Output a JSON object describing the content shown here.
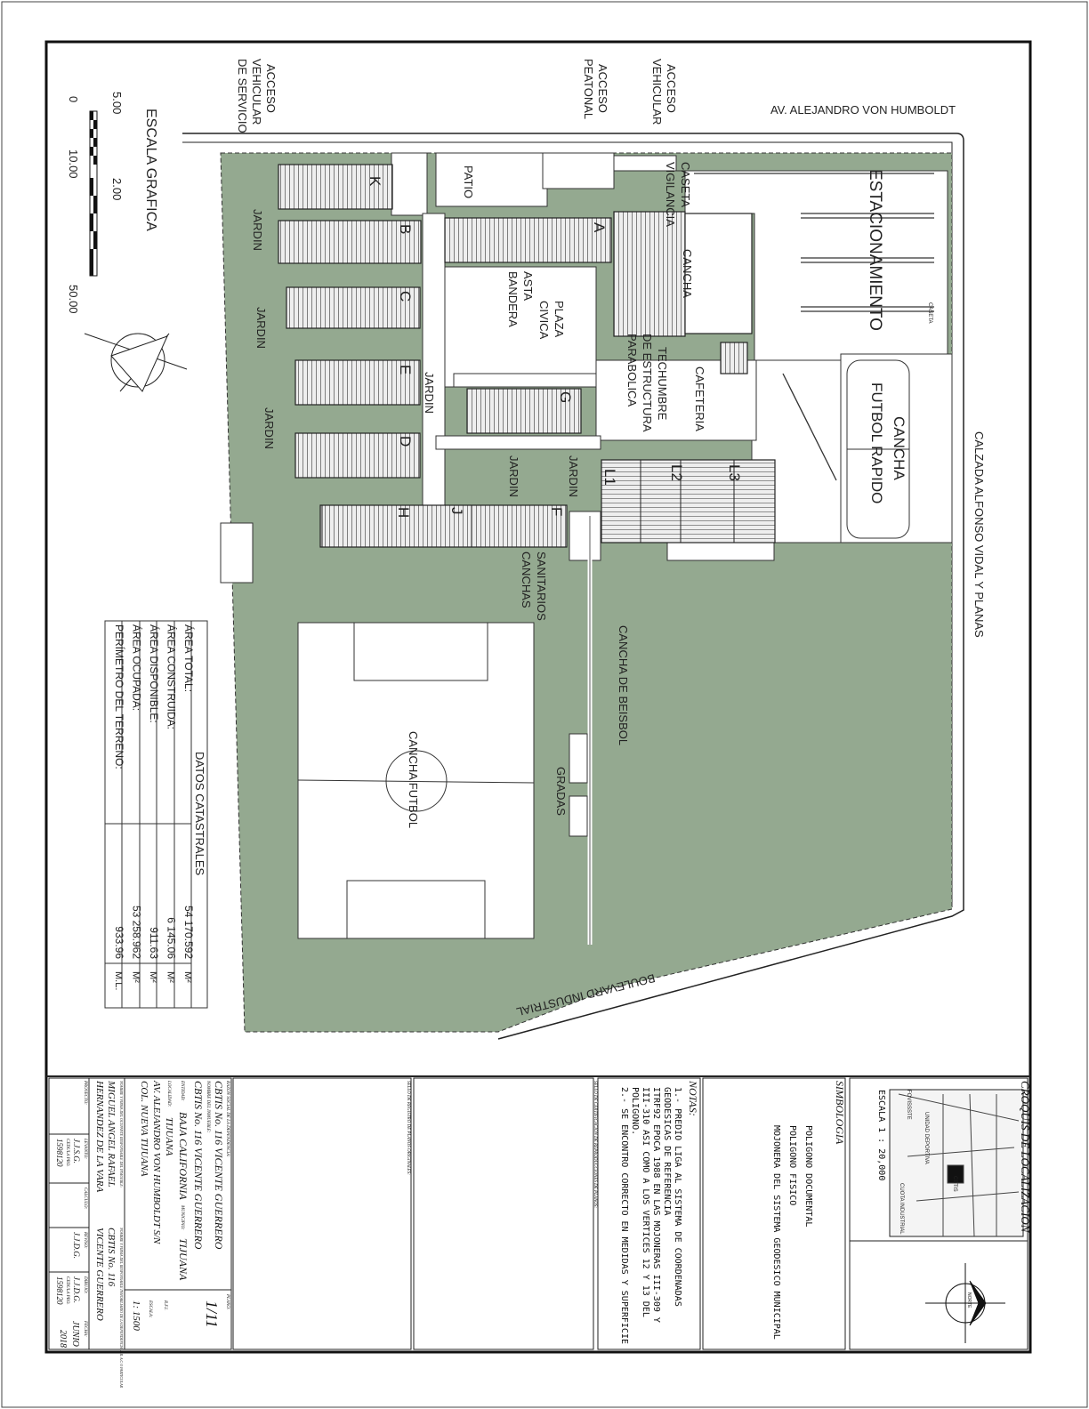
{
  "colors": {
    "site_green": "#94a990",
    "line": "#222222",
    "background": "#ffffff"
  },
  "streets": {
    "top": "AV. ALEJANDRO VON HUMBOLDT",
    "right": "CALZADA ALFONSO VIDAL Y PLANAS",
    "bottom": "BOULEVARD INDUSTRIAL"
  },
  "access": {
    "service": [
      "ACCESO",
      "VEHICULAR",
      "DE SERVICIO"
    ],
    "pedestrian": [
      "ACCESO",
      "PEATONAL"
    ],
    "vehicular": [
      "ACCESO",
      "VEHICULAR"
    ]
  },
  "scale_bar": {
    "title": "ESCALA GRAFICA",
    "ticks": [
      "0",
      "5.00",
      "10.00",
      "2.00",
      "50.00"
    ]
  },
  "buildings": [
    "K",
    "B",
    "A",
    "C",
    "E",
    "G",
    "D",
    "H",
    "J",
    "F",
    "L1",
    "L2",
    "L3"
  ],
  "areas": {
    "patio": "PATIO",
    "caseta": [
      "CASETA",
      "VIGILANCIA"
    ],
    "estacionamiento": "ESTACIONAMIENTO",
    "cancha": "CANCHA",
    "plaza": [
      "PLAZA",
      "CIVICA"
    ],
    "asta": [
      "ASTA",
      "BANDERA"
    ],
    "techumbre": [
      "TECHUMBRE",
      "DE ESTRUCTURA",
      "PARABOLICA"
    ],
    "cafeteria": "CAFETERIA",
    "futbol_rapido": [
      "CANCHA",
      "FUTBOL RAPIDO"
    ],
    "caseta_small": "CASETA",
    "jardin": "JARDIN",
    "sanitarios": [
      "SANITARIOS",
      "CANCHAS"
    ],
    "beisbol": "CANCHA DE BEISBOL",
    "gradas": "GRADAS",
    "futbol": "CANCHA FUTBOL"
  },
  "cadastral": {
    "title": "DATOS CATASTRALES",
    "rows": [
      {
        "label": "ÁREA TOTAL:",
        "value": "54 170.592",
        "unit": "M²"
      },
      {
        "label": "ÁREA CONSTRUIDA:",
        "value": "6 145.06",
        "unit": "M²"
      },
      {
        "label": "ÁREA DISPONIBLE:",
        "value": "911.63",
        "unit": "M²"
      },
      {
        "label": "ÁREA OCUPADA:",
        "value": "53 258.962",
        "unit": "M²"
      },
      {
        "label": "PERÍMETRO DEL TERRENO:",
        "value": "933.96",
        "unit": "M.L."
      }
    ]
  },
  "title_block": {
    "location_title": "CROQUIS DE LOCALIZACION",
    "location_scale": "ESCALA 1 : 20,000",
    "map_labels": [
      "FOVISSSTE",
      "UNIDAD DEPORTIVA",
      "CBTIS",
      "CUOTA INDUSTRIAL"
    ],
    "north": "NORTE",
    "symbology_title": "SIMBOLOGIA",
    "symbology": [
      "POLIGONO DOCUMENTAL",
      "POLIGONO FISICO",
      "MOJONERA DEL SISTEMA GEODESICO MUNICIPAL"
    ],
    "notes_title": "NOTAS:",
    "notes": [
      "1.- PREDIO LIGA AL SISTEMA DE COORDENADAS",
      "GEODESICAS DE REFERENCIA",
      "ITRF92 EPOCA 1988 EN LAS MOJONERAS III-309 Y",
      "III-310 ASI COMO A LOS VERTICES 12 Y 13 DEL",
      "POLIGONO.",
      "2.- SE ENCONTRO CORRECTO EN MEDIDAS Y SUPERFICIE"
    ],
    "seal_cert": "SELLO DE CERTIFICACION DE REPRODUCCIONES DE PLANOS:",
    "seal_reg": "SELLO DE REGISTRO DE PLANOS ORIGINALES:",
    "razon_label": "RAZON SOCIAL DE LA DEPENDENCIA:",
    "razon": "CBTIS No. 116 VICENTE GUERRERO",
    "inmueble_label": "NOMBRE DEL INMUEBLE:",
    "inmueble": "CBTIS No. 116 VICENTE GUERRERO",
    "entidad_label": "ENTIDAD:",
    "entidad": "BAJA CALIFORNIA",
    "municipio_label": "MUNICIPIO:",
    "municipio": "TIJUANA",
    "localidad_label": "LOCALIDAD:",
    "localidad": "TIJUANA",
    "address1": "AV. ALEJANDRO VON HUMBOLDT S/N",
    "address2": "COL. NUEVA TIJUANA",
    "plano_label": "PLANO:",
    "plano": "1/11",
    "rfi_label": "R.F.I.",
    "escala_label": "ESCALA:",
    "escala": "1: 1500",
    "ocupante_label": "NOMBRE Y FIRMA DEL OCUPANTE RESPONSABLE DEL INMUEBLE:",
    "ocupante": [
      "MIGUEL ANGEL RAFAEL",
      "HERNANDEZ DE LA VARA"
    ],
    "responsable_label": "NOMBRE Y FIRMA DEL RESPONSABLE INMOBILIARIO DE LA DEPENDENCIA, A.R. A.C O PARTICULAR",
    "responsable": [
      "CBTIS No. 116",
      "VICENTE GUERRERO"
    ],
    "proyecto_label": "PROYECTO:",
    "levanto_label": "LEVANTO:",
    "levanto": [
      "J.J.S.G.",
      "CEDULA PRO.",
      "1598120"
    ],
    "calculo_label": "CALCULO:",
    "reviso_label": "REVISO:",
    "reviso": "J.J.D.G.",
    "dibujo_label": "DIBUJO:",
    "dibujo": [
      "J.J.D.G.",
      "CEDULA PRO.",
      "1598120"
    ],
    "fecha_label": "FECHA:",
    "fecha": [
      "JUNIO",
      "2018"
    ]
  }
}
